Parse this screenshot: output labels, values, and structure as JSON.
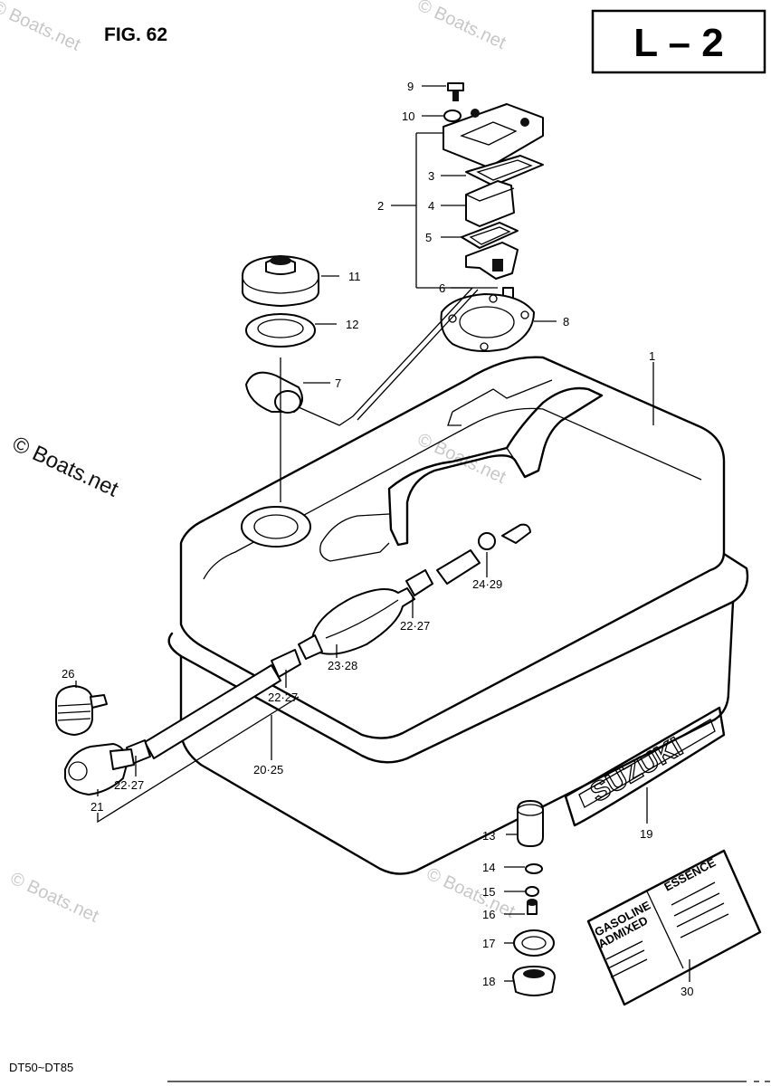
{
  "figure": "FIG. 62",
  "section_code": "L – 2",
  "model_range": "DT50~DT85",
  "watermark": "© Boats.net",
  "decal_brand": "SUZUKI",
  "gasoline_label": {
    "left_lines": [
      "GASOLINE",
      "ADMIXED"
    ],
    "right_title": "ESSENCE"
  },
  "callouts": [
    "9",
    "10",
    "3",
    "2",
    "4",
    "5",
    "6",
    "11",
    "12",
    "8",
    "7",
    "1",
    "24·29",
    "22·27",
    "23·28",
    "26",
    "22·27",
    "20·25",
    "22·27",
    "21",
    "13",
    "19",
    "14",
    "15",
    "16",
    "17",
    "18",
    "30"
  ]
}
